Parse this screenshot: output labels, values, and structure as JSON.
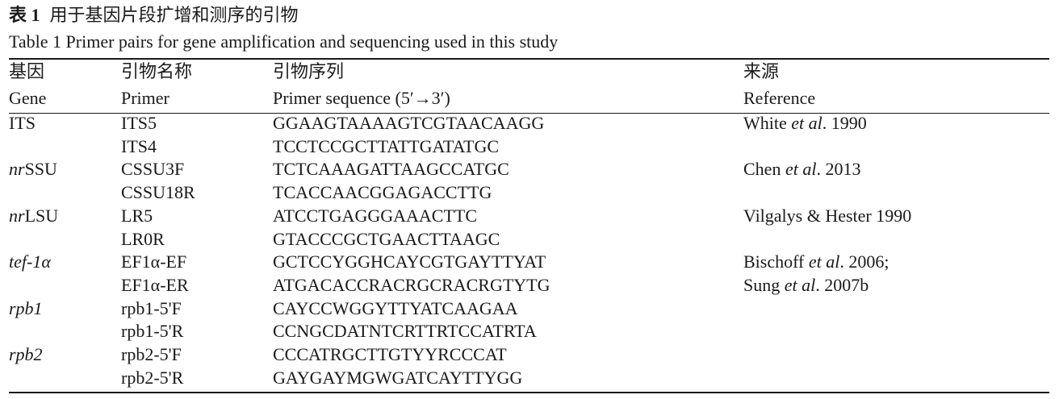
{
  "caption": {
    "cn_label": "表 1",
    "cn_title": "用于基因片段扩增和测序的引物",
    "en": "Table 1 Primer pairs for gene amplification and sequencing used in this study"
  },
  "headers": {
    "cn": [
      "基因",
      "引物名称",
      "引物序列",
      "来源"
    ],
    "en": [
      "Gene",
      "Primer",
      "Primer sequence (5′→3′)",
      "Reference"
    ]
  },
  "rows": [
    {
      "gene_prefix": "",
      "gene_italic": "",
      "gene_suffix": "ITS",
      "primer": "ITS5",
      "sequence": "GGAAGTAAAAGTCGTAACAAGG",
      "ref_author": "White",
      "ref_etal": "et al",
      "ref_year": ". 1990"
    },
    {
      "gene_prefix": "",
      "gene_italic": "",
      "gene_suffix": "",
      "primer": "ITS4",
      "sequence": "TCCTCCGCTTATTGATATGC",
      "ref_author": "",
      "ref_etal": "",
      "ref_year": ""
    },
    {
      "gene_prefix": "",
      "gene_italic": "nr",
      "gene_suffix": "SSU",
      "primer": "CSSU3F",
      "sequence": "TCTCAAAGATTAAGCCATGC",
      "ref_author": "Chen",
      "ref_etal": "et al",
      "ref_year": ". 2013"
    },
    {
      "gene_prefix": "",
      "gene_italic": "",
      "gene_suffix": "",
      "primer": "CSSU18R",
      "sequence": "TCACCAACGGAGACCTTG",
      "ref_author": "",
      "ref_etal": "",
      "ref_year": ""
    },
    {
      "gene_prefix": "",
      "gene_italic": "nr",
      "gene_suffix": "LSU",
      "primer": "LR5",
      "sequence": "ATCCTGAGGGAAACTTC",
      "ref_author": "Vilgalys & Hester 1990",
      "ref_etal": "",
      "ref_year": ""
    },
    {
      "gene_prefix": "",
      "gene_italic": "",
      "gene_suffix": "",
      "primer": "LR0R",
      "sequence": "GTACCCGCTGAACTTAAGC",
      "ref_author": "",
      "ref_etal": "",
      "ref_year": ""
    },
    {
      "gene_prefix": "",
      "gene_italic": "tef-1α",
      "gene_suffix": "",
      "primer": "EF1α-EF",
      "sequence": "GCTCCYGGHCAYCGTGAYTTYAT",
      "ref_author": "Bischoff",
      "ref_etal": "et al",
      "ref_year": ". 2006;"
    },
    {
      "gene_prefix": "",
      "gene_italic": "",
      "gene_suffix": "",
      "primer": "EF1α-ER",
      "sequence": "ATGACACCRACRGCRACRGTYTG",
      "ref_author": "Sung",
      "ref_etal": "et al",
      "ref_year": ". 2007b"
    },
    {
      "gene_prefix": "",
      "gene_italic": "rpb1",
      "gene_suffix": "",
      "primer": "rpb1-5'F",
      "sequence": "CAYCCWGGYTTYATCAAGAA",
      "ref_author": "",
      "ref_etal": "",
      "ref_year": ""
    },
    {
      "gene_prefix": "",
      "gene_italic": "",
      "gene_suffix": "",
      "primer": "rpb1-5'R",
      "sequence": "CCNGCDATNTCRTTRTCCATRTA",
      "ref_author": "",
      "ref_etal": "",
      "ref_year": ""
    },
    {
      "gene_prefix": "",
      "gene_italic": "rpb2",
      "gene_suffix": "",
      "primer": "rpb2-5'F",
      "sequence": "CCCATRGCTTGTYYRCCCAT",
      "ref_author": "",
      "ref_etal": "",
      "ref_year": ""
    },
    {
      "gene_prefix": "",
      "gene_italic": "",
      "gene_suffix": "",
      "primer": "rpb2-5'R",
      "sequence": "GAYGAYMGWGATCAYTTYGG",
      "ref_author": "",
      "ref_etal": "",
      "ref_year": ""
    }
  ]
}
